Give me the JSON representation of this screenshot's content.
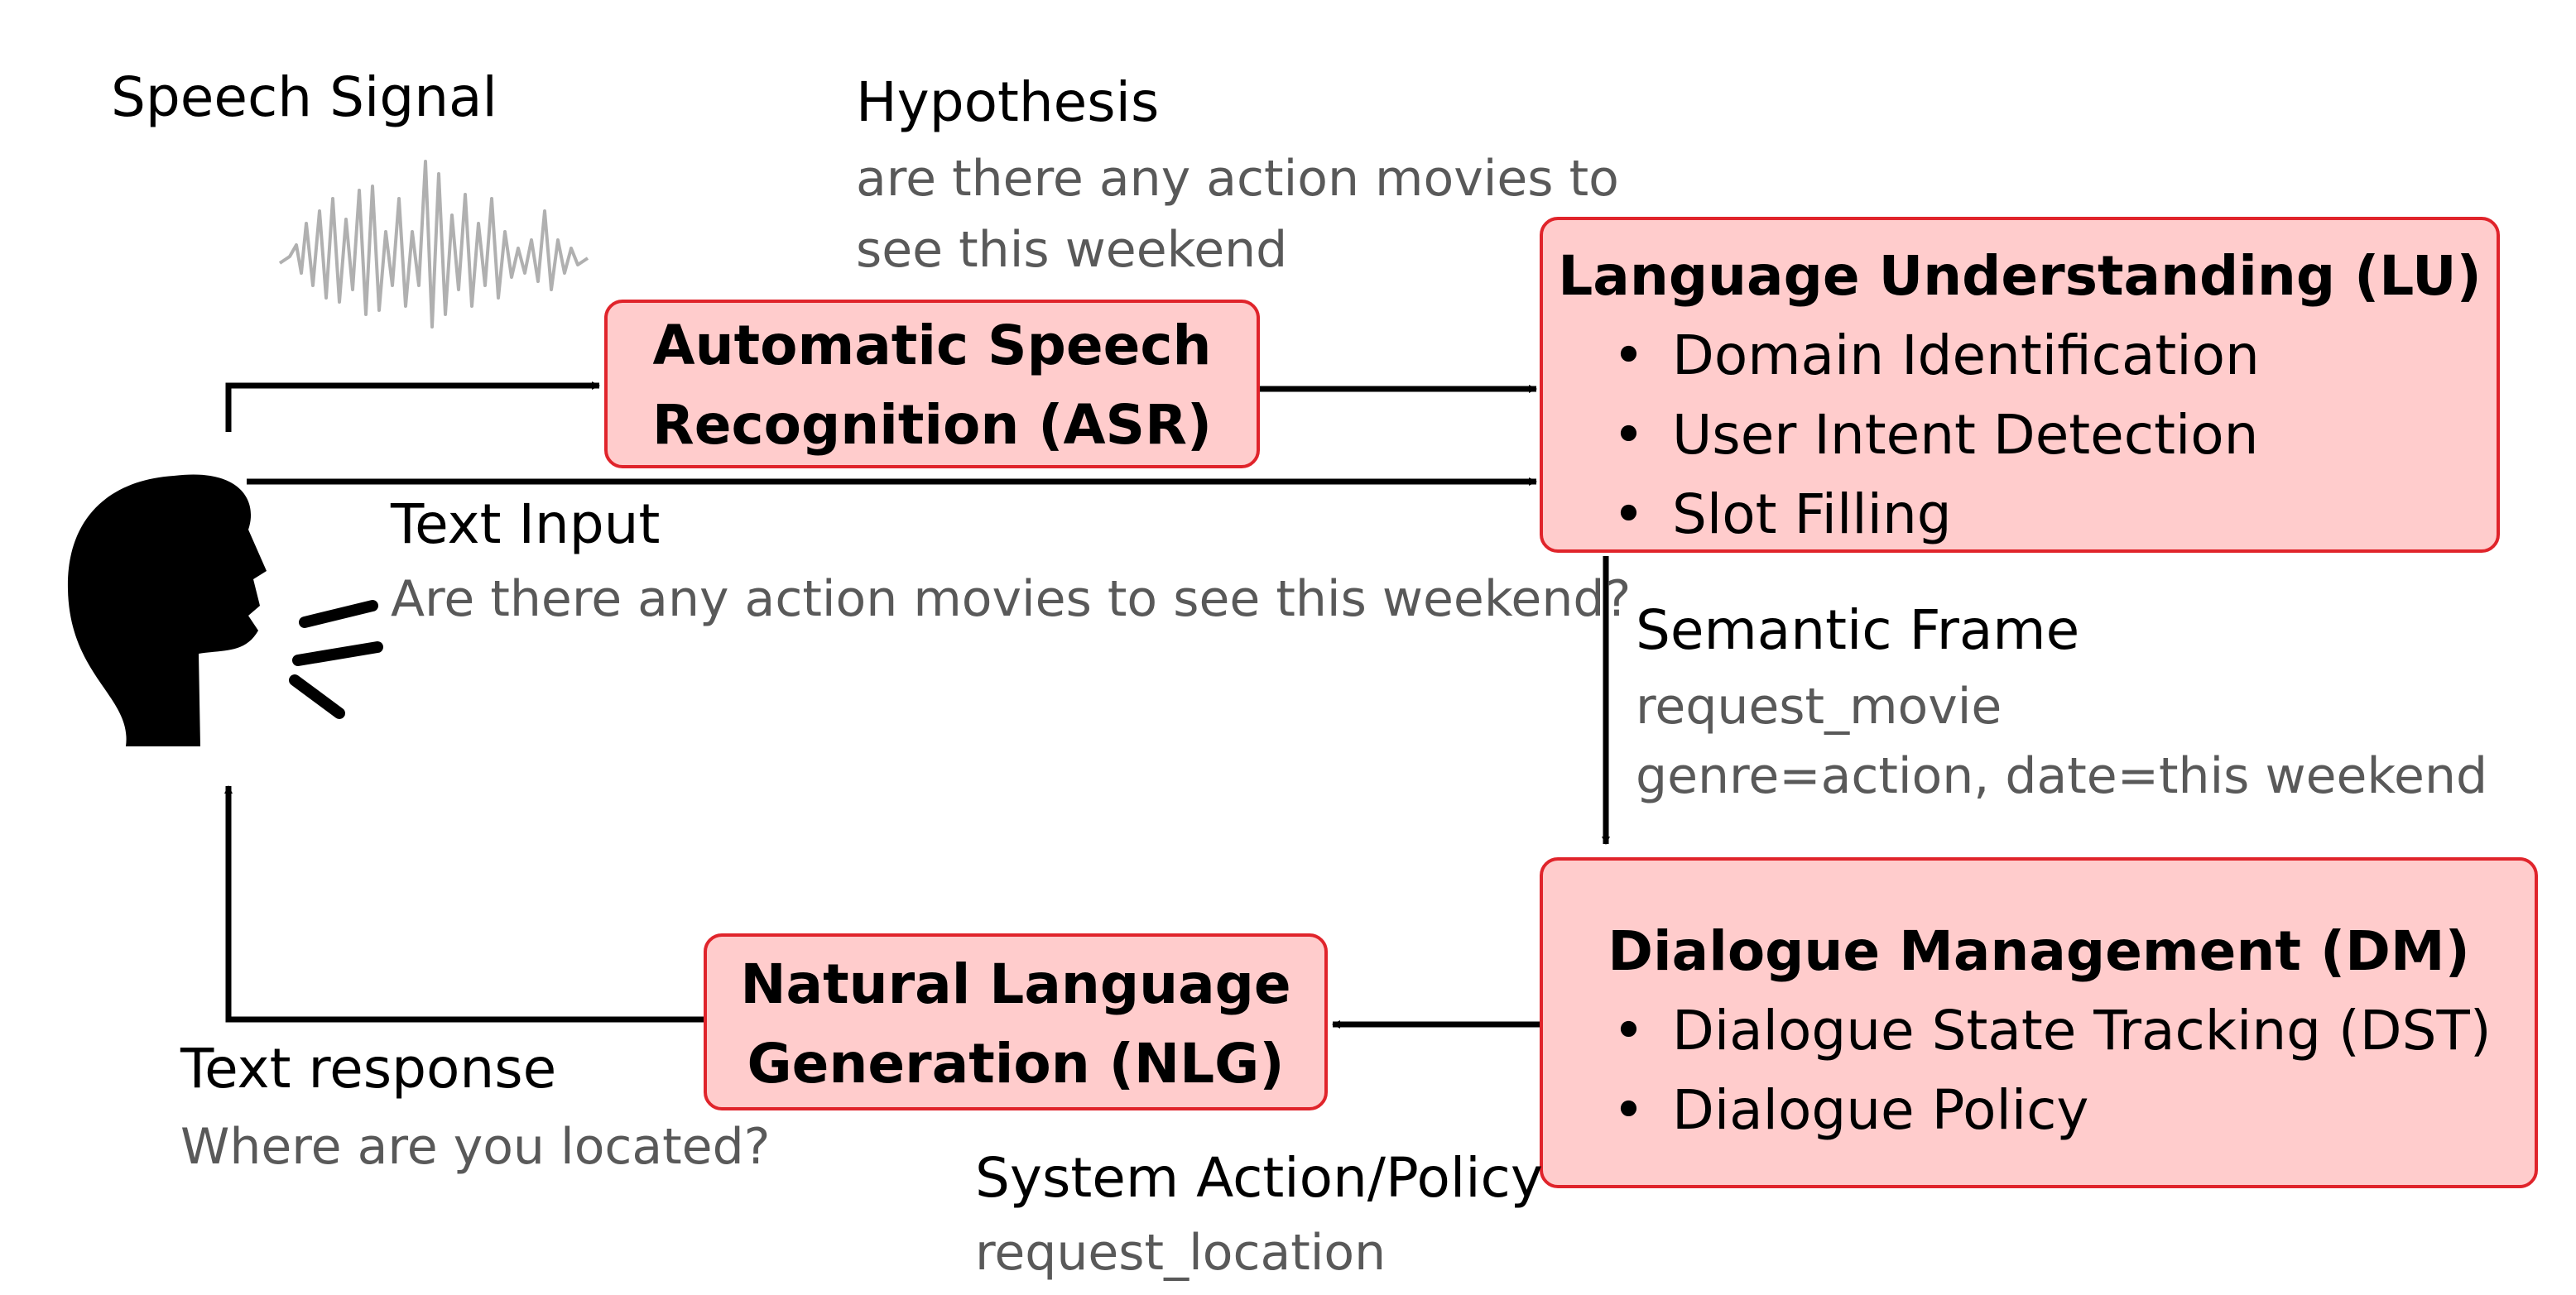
{
  "speech_signal": {
    "label": "Speech Signal"
  },
  "hypothesis": {
    "label": "Hypothesis",
    "line1": "are there any action movies to",
    "line2": "see this weekend"
  },
  "text_input": {
    "label": "Text Input",
    "text": "Are there any action movies to see this weekend?"
  },
  "asr": {
    "line1": "Automatic Speech",
    "line2": "Recognition (ASR)"
  },
  "lu": {
    "title": "Language Understanding (LU)",
    "items": [
      "Domain Identification",
      "User Intent Detection",
      "Slot Filling"
    ]
  },
  "semantic_frame": {
    "label": "Semantic Frame",
    "line1": "request_movie",
    "line2": "genre=action, date=this weekend"
  },
  "dm": {
    "title": "Dialogue Management (DM)",
    "items": [
      "Dialogue State Tracking (DST)",
      "Dialogue Policy"
    ]
  },
  "nlg": {
    "line1": "Natural Language",
    "line2": "Generation (NLG)"
  },
  "system_action": {
    "label": "System Action/Policy",
    "text": "request_location"
  },
  "text_response": {
    "label": "Text response",
    "text": "Where are you located?"
  },
  "bullet_char": "•",
  "colors": {
    "box_fill": "#ffcccc",
    "box_border": "#e0242b",
    "sub_text": "#595959",
    "waveform": "#b0b0b0"
  }
}
